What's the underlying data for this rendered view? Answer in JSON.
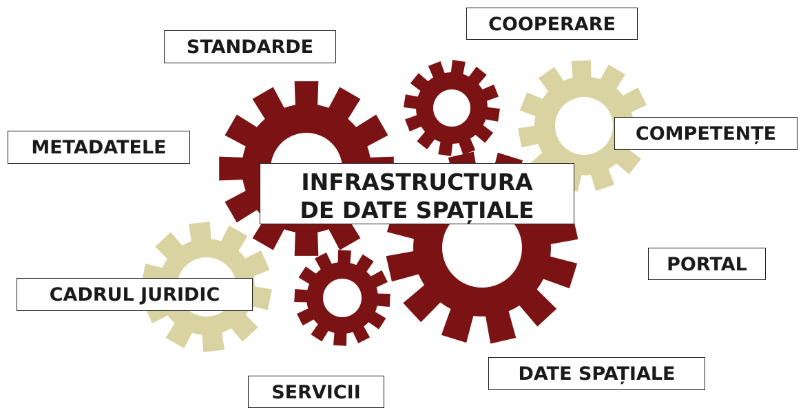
{
  "colors": {
    "dark_gear": "#7b1315",
    "light_gear": "#d9d3a1",
    "label_border": "#1a1a1a"
  },
  "center": {
    "line1": "INFRASTRUCTURA",
    "line2": "DE DATE SPAȚIALE"
  },
  "labels": {
    "standarde": "STANDARDE",
    "cooperare": "COOPERARE",
    "metadatele": "METADATELE",
    "competente": "COMPETENȚE",
    "portal": "PORTAL",
    "cadrul_juridic": "CADRUL JURIDIC",
    "date_spatiale": "DATE SPAȚIALE",
    "servicii": "SERVICII"
  }
}
